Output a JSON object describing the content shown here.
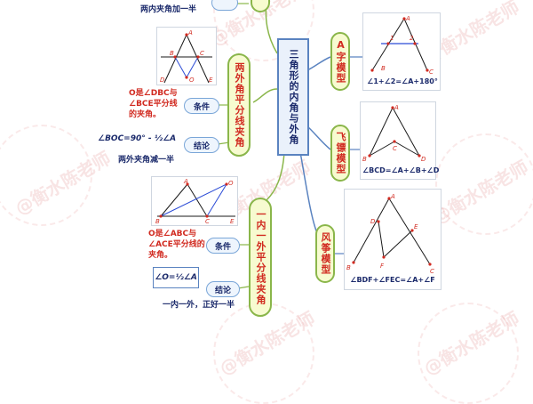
{
  "watermark": {
    "text": "@衡水陈老师"
  },
  "center": {
    "title": "三角形的内角与外角"
  },
  "left_branches": {
    "top_partial": {
      "conclusion_note": "两内夹角加一半"
    },
    "two_exterior": {
      "title": "两外角平分线夹角",
      "condition_label": "条件",
      "condition_text": "O是∠DBC与∠BCE平分线的夹角。",
      "conclusion_label": "结论",
      "formula": "∠BOC=90° - ½∠A",
      "note": "两外夹角减一半"
    },
    "one_in_one_out": {
      "title": "一内一外平分线夹角",
      "condition_label": "条件",
      "condition_text": "O是∠ABC与∠ACE平分线的夹角。",
      "conclusion_label": "结论",
      "formula": "∠O=½∠A",
      "note": "一内一外，正好一半"
    }
  },
  "right_branches": {
    "a_model": {
      "title": "A字模型",
      "formula": "∠1+∠2=∠A+180°"
    },
    "dart_model": {
      "title": "飞镖模型",
      "formula": "∠BCD=∠A+∠B+∠D"
    },
    "kite_model": {
      "title": "风筝模型",
      "formula": "∠BDF+∠FEC=∠A+∠F"
    }
  },
  "figure_labels": {
    "fig_a": [
      "A",
      "1",
      "2",
      "B",
      "C"
    ],
    "fig_dart": [
      "A",
      "B",
      "C",
      "D"
    ],
    "fig_kite": [
      "A",
      "B",
      "C",
      "D",
      "E",
      "F"
    ],
    "fig_two_ext": [
      "A",
      "B",
      "C",
      "O",
      "D",
      "E"
    ],
    "fig_one_in_out": [
      "A",
      "O",
      "B",
      "C",
      "E"
    ]
  }
}
